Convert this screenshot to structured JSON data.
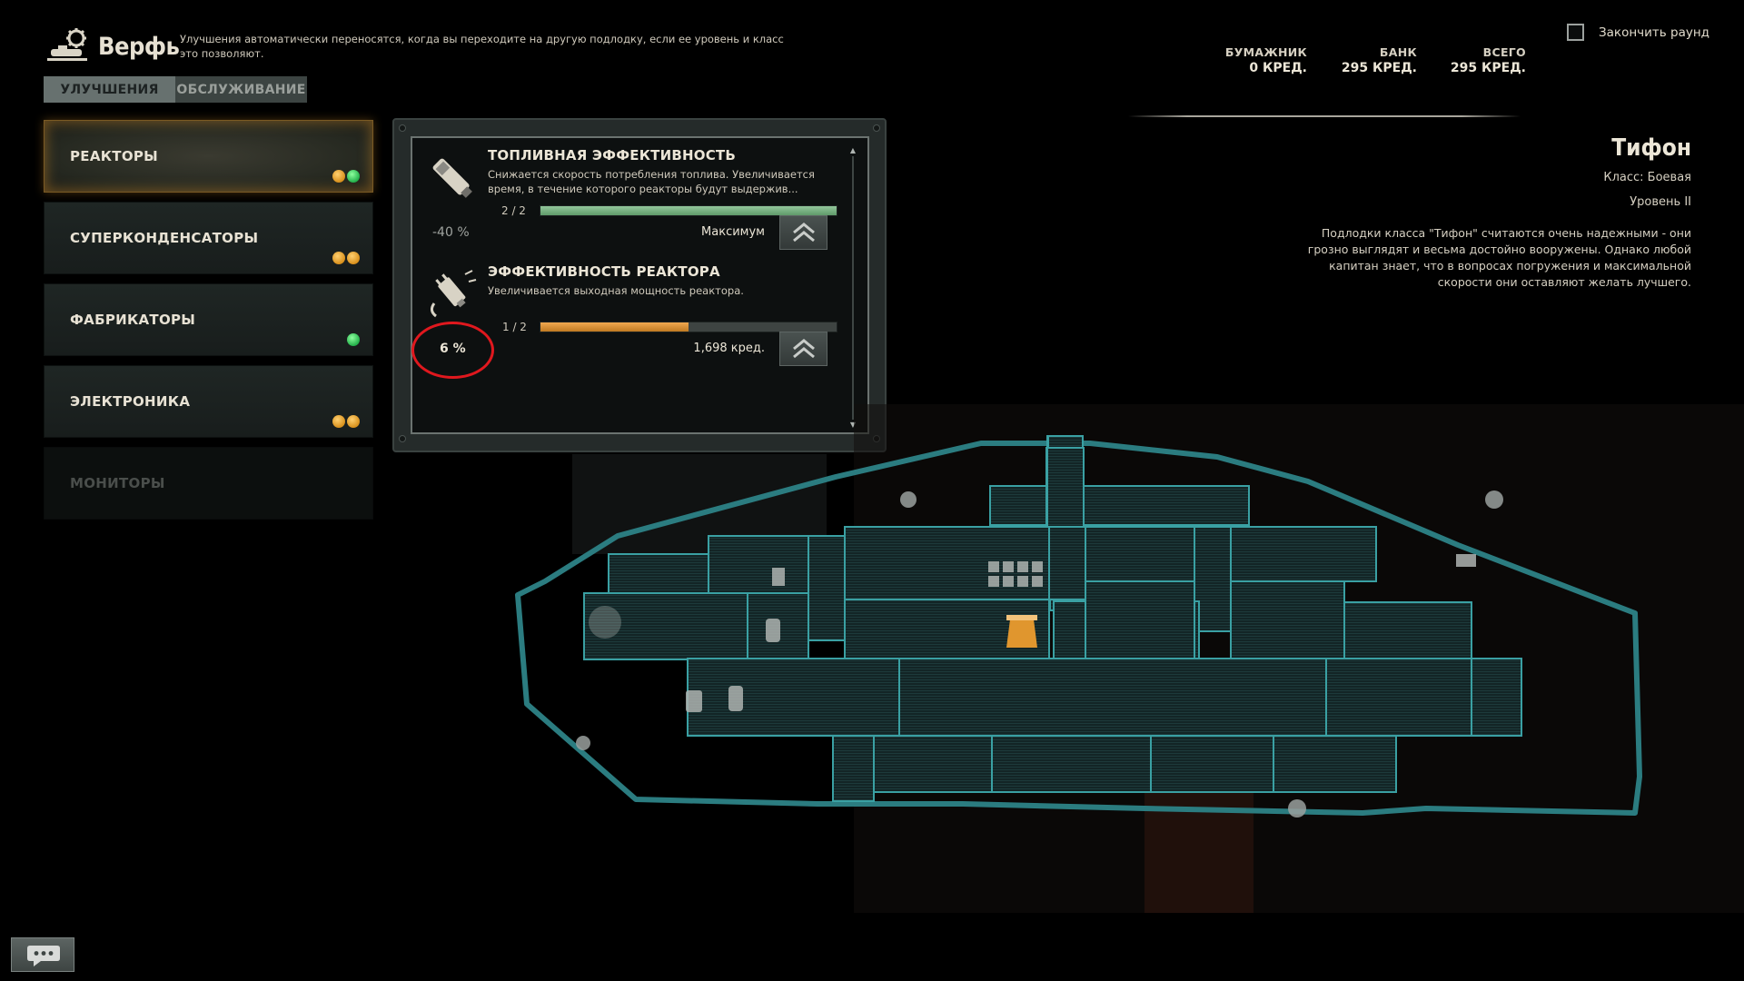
{
  "header": {
    "title": "Верфь",
    "subtitle": "Улучшения автоматически переносятся, когда вы переходите на другую подлодку, если ее уровень и класс это позволяют."
  },
  "tabs": [
    {
      "label": "УЛУЧШЕНИЯ",
      "active": true
    },
    {
      "label": "ОБСЛУЖИВАНИЕ",
      "active": false
    }
  ],
  "categories": [
    {
      "label": "РЕАКТОРЫ",
      "dots": [
        "orange",
        "green"
      ],
      "selected": true
    },
    {
      "label": "СУПЕРКОНДЕНСАТОРЫ",
      "dots": [
        "orange",
        "orange"
      ]
    },
    {
      "label": "ФАБРИКАТОРЫ",
      "dots": [
        "green"
      ]
    },
    {
      "label": "ЭЛЕКТРОНИКА",
      "dots": [
        "orange",
        "orange"
      ]
    },
    {
      "label": "МОНИТОРЫ",
      "dots": [],
      "disabled": true
    }
  ],
  "upgrades": [
    {
      "title": "ТОПЛИВНАЯ ЭФФЕКТИВНОСТЬ",
      "description": "Снижается скорость потребления топлива. Увеличивается время, в течение которого реакторы будут выдержив...",
      "effect": "-40 %",
      "level": "2 / 2",
      "progress": 1.0,
      "price": "Максимум",
      "icon": "fuel-rod-icon"
    },
    {
      "title": "ЭФФЕКТИВНОСТЬ РЕАКТОРА",
      "description": "Увеличивается выходная мощность реактора.",
      "effect": "6 %",
      "level": "1 / 2",
      "progress": 0.5,
      "price": "1,698 кред.",
      "icon": "reactor-plug-icon"
    }
  ],
  "wallet": {
    "wallet_label": "БУМАЖНИК",
    "wallet_value": "0 КРЕД.",
    "bank_label": "БАНК",
    "bank_value": "295 КРЕД.",
    "total_label": "ВСЕГО",
    "total_value": "295 КРЕД."
  },
  "finish_round": {
    "label": "Закончить раунд",
    "checked": false
  },
  "submarine": {
    "name": "Тифон",
    "class": "Класс: Боевая",
    "tier": "Уровень II",
    "description": "Подлодки класса \"Тифон\" считаются очень надежными - они грозно выглядят и весьма достойно вооружены. Однако любой капитан знает, что в вопросах погружения и максимальной скорости они оставляют желать лучшего."
  },
  "colors": {
    "accent_cyan": "#2e8b8d",
    "progress_green": "#7fb889",
    "progress_orange": "#e0962e",
    "dot_orange": "#e0a030",
    "dot_green": "#3ccc5c",
    "highlight_red": "#e0181e"
  }
}
